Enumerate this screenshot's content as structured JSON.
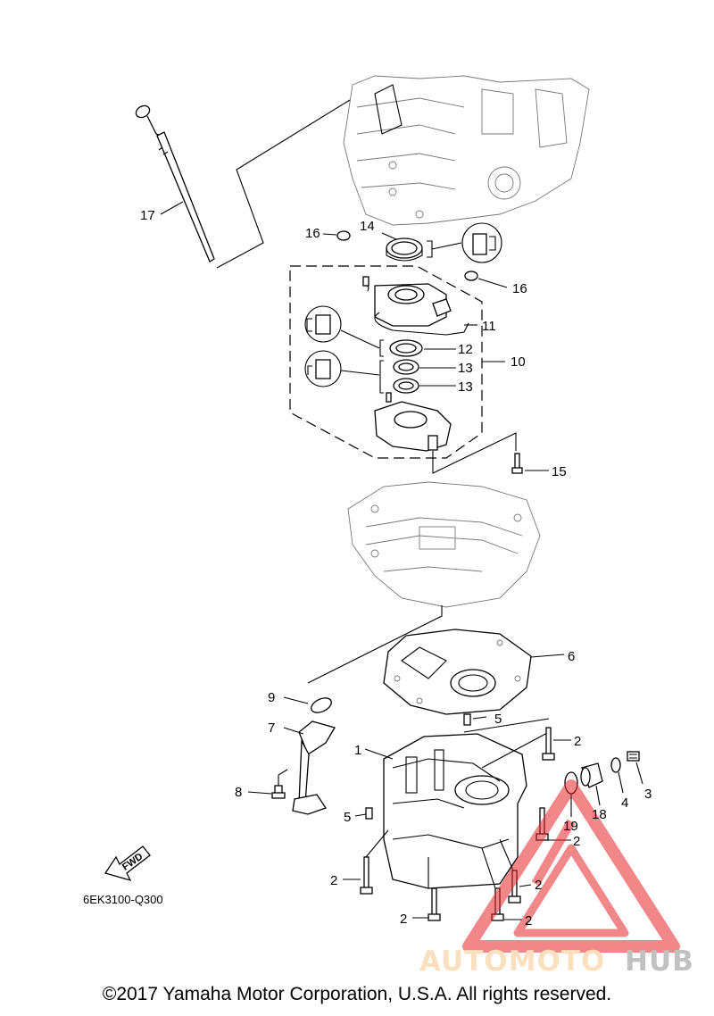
{
  "diagram": {
    "part_code": "6EK3100-Q300",
    "fwd_label": "FWD",
    "callouts": {
      "c1": "1",
      "c2a": "2",
      "c2b": "2",
      "c2c": "2",
      "c2d": "2",
      "c2e": "2",
      "c2f": "2",
      "c3": "3",
      "c4": "4",
      "c5a": "5",
      "c5b": "5",
      "c6": "6",
      "c7": "7",
      "c8": "8",
      "c9": "9",
      "c10": "10",
      "c11": "11",
      "c12": "12",
      "c13a": "13",
      "c13b": "13",
      "c14": "14",
      "c15": "15",
      "c16a": "16",
      "c16b": "16",
      "c17": "17",
      "c18": "18",
      "c19": "19"
    }
  },
  "watermark": {
    "text_left": "AUTOMOTO",
    "text_right": "HUB",
    "color_left": "#f7c88a",
    "color_right": "#8f8f8f",
    "triangle_color": "#e8262a"
  },
  "footer": {
    "copyright": "©2017 Yamaha Motor Corporation, U.S.A. All rights reserved."
  }
}
